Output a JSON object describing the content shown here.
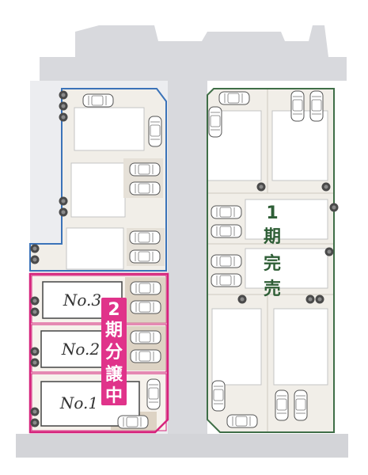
{
  "colors": {
    "road": "#d6d7db",
    "road_edge": "#c9cace",
    "lot_ground": "#efece6",
    "house": "#ffffff",
    "house_stroke": "#bfbfbf",
    "phase2_frame": "#d6237c",
    "phase2_badge": "#e0338a",
    "phase1_frame": "#3f6e47",
    "blue_frame": "#3b73b9",
    "tree": "#4a4a4a"
  },
  "lots": {
    "no1": "No.1",
    "no2": "No.2",
    "no3": "No.3"
  },
  "phase2_badge": {
    "chars": [
      "2",
      "期",
      "分",
      "譲",
      "中"
    ]
  },
  "phase1_label": {
    "chars": [
      "1",
      "期",
      "完",
      "売"
    ]
  },
  "icons": {
    "car": "car-top-view-icon",
    "tree": "tree-icon"
  }
}
